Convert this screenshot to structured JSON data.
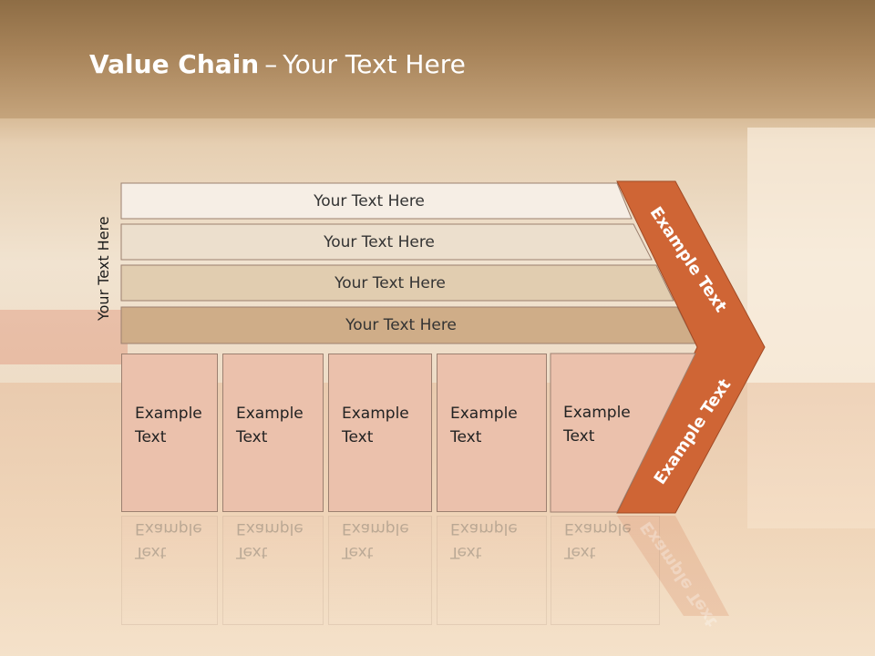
{
  "slide": {
    "title_bold": "Value Chain",
    "title_sep": "–",
    "title_rest": "Your Text Here",
    "vertical_label": "Your Text Here"
  },
  "bars": [
    {
      "label": "Your Text Here",
      "color": "#f6eee5"
    },
    {
      "label": "Your Text Here",
      "color": "#ecdfcd"
    },
    {
      "label": "Your Text Here",
      "color": "#e1cdb0"
    },
    {
      "label": "Your Text Here",
      "color": "#cfad88"
    }
  ],
  "boxes": [
    {
      "line1": "Example",
      "line2": "Text"
    },
    {
      "line1": "Example",
      "line2": "Text"
    },
    {
      "line1": "Example",
      "line2": "Text"
    },
    {
      "line1": "Example",
      "line2": "Text"
    },
    {
      "line1": "Example",
      "line2": "Text"
    }
  ],
  "chevron": {
    "upper_label": "Example Text",
    "lower_label": "Example Text",
    "color": "#cf6535"
  },
  "colors": {
    "box_fill": "#ebc1ac",
    "title_text": "#ffffff"
  }
}
